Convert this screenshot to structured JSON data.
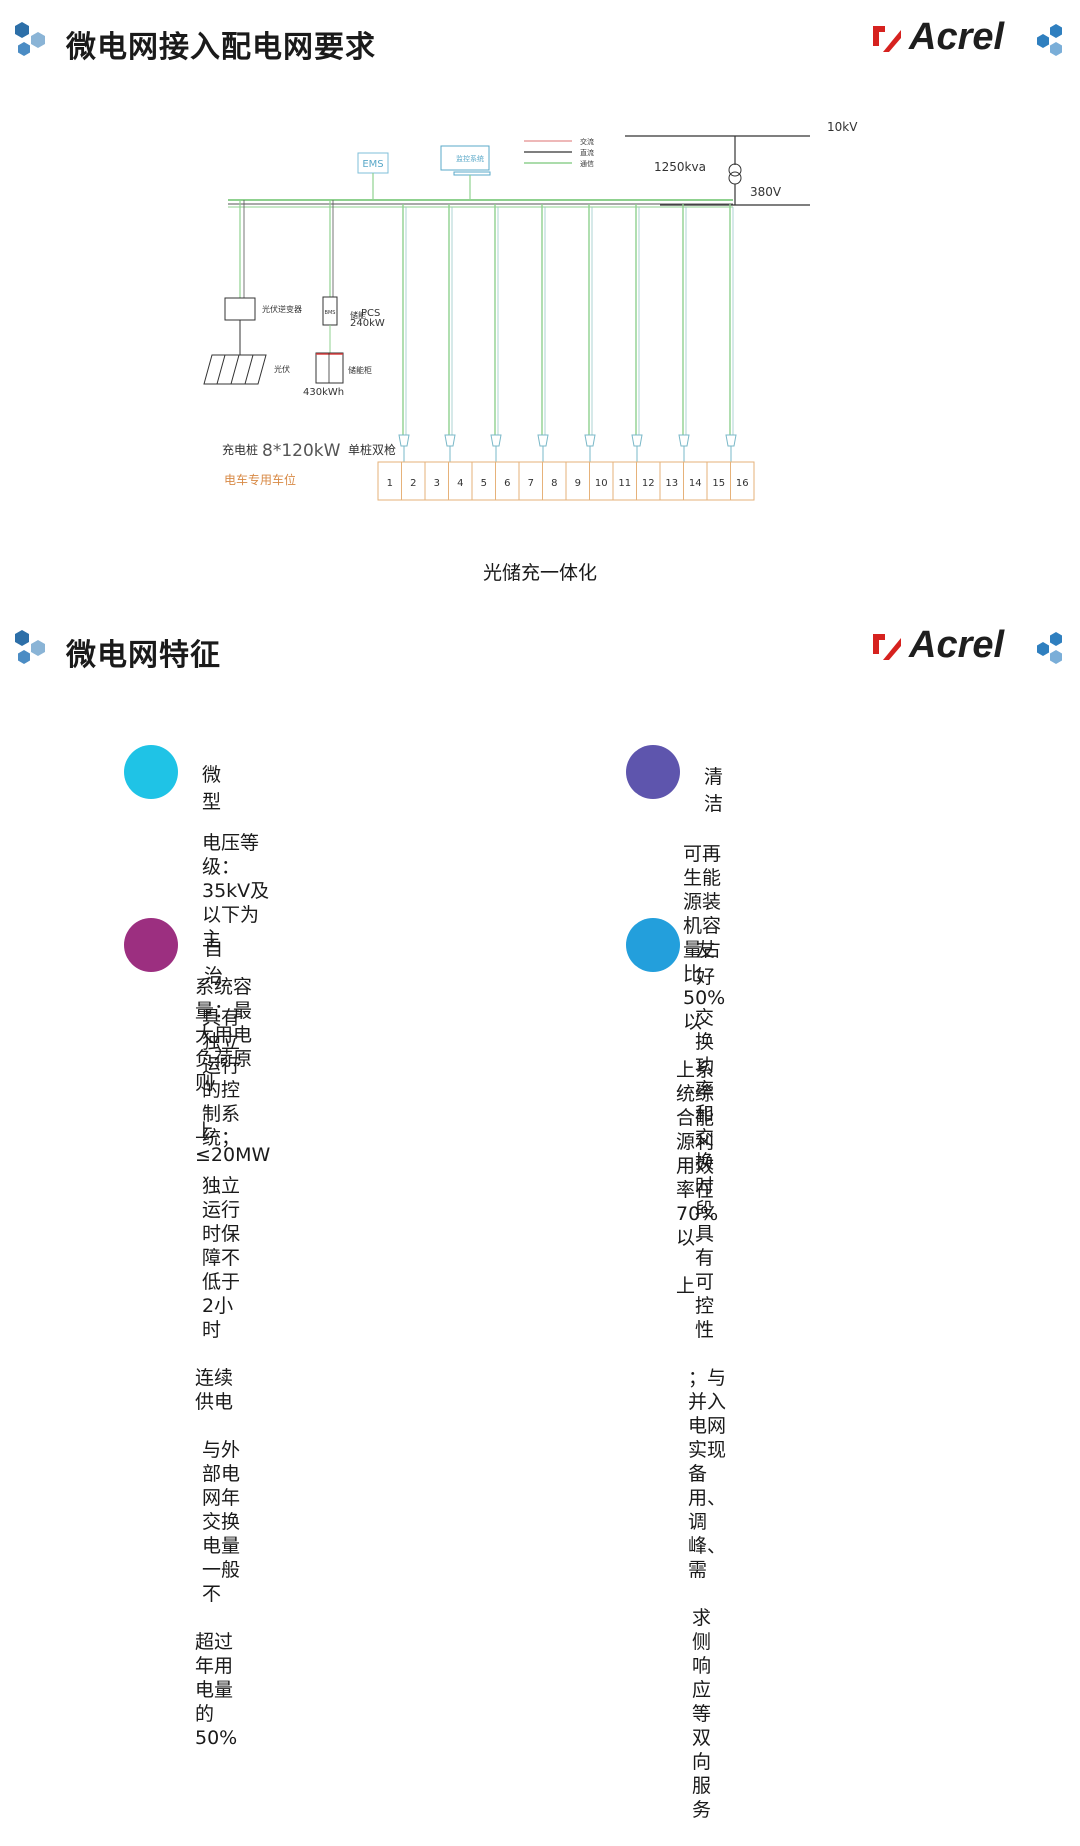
{
  "section1": {
    "title": "微电网接入配电网要求"
  },
  "section2": {
    "title": "微电网特征"
  },
  "brand": {
    "name": "Acrel",
    "red": "#d6221f",
    "blue": "#2f7fbf"
  },
  "diagram": {
    "caption": "光储充一体化",
    "voltage_high": "10kV",
    "voltage_low": "380V",
    "transformer": "1250kva",
    "ems": "EMS",
    "monitor": "监控系统",
    "legend": [
      "交流",
      "直流",
      "通信"
    ],
    "pv_inverter": "光伏逆变器",
    "pv": "光伏",
    "storage_pcs_prefix": "储能",
    "storage_pcs": "PCS",
    "storage_pcs_power": "240kW",
    "storage_battery": "储能柜",
    "storage_capacity": "430kWh",
    "pcs_box": "BMS",
    "charger_prefix": "充电桩",
    "charger_spec": "8*120kW",
    "charger_suffix": "单桩双枪",
    "parking": "电车专用车位",
    "slots": [
      "1",
      "2",
      "3",
      "4",
      "5",
      "6",
      "7",
      "8",
      "9",
      "10",
      "11",
      "12",
      "13",
      "14",
      "15",
      "16"
    ]
  },
  "features": [
    {
      "title": "微型",
      "color": "#1fc3e6",
      "lines": [
        "电压等级：35kV及以下为主",
        "系统容量：最大用电负荷原则",
        "上≤20MW"
      ]
    },
    {
      "title": "清洁",
      "color": "#5e55ad",
      "lines": [
        "可再生能源装机容量占比50%以",
        "上系统综合能源利用效率在70%以",
        "上"
      ]
    },
    {
      "title": "自治",
      "color": "#9c2f80",
      "lines": [
        "具有独立运行的控制系统；",
        "独立运行时保障不低于2小时",
        "连续供电",
        "与外部电网年交换电量一般不",
        "超过年用电量的50%"
      ]
    },
    {
      "title": "友好",
      "color": "#239fdc",
      "lines": [
        "交换功率和交换时段具有可控性",
        "；与并入电网实现备用、调峰、需",
        "求侧响应等双向服务"
      ]
    }
  ]
}
